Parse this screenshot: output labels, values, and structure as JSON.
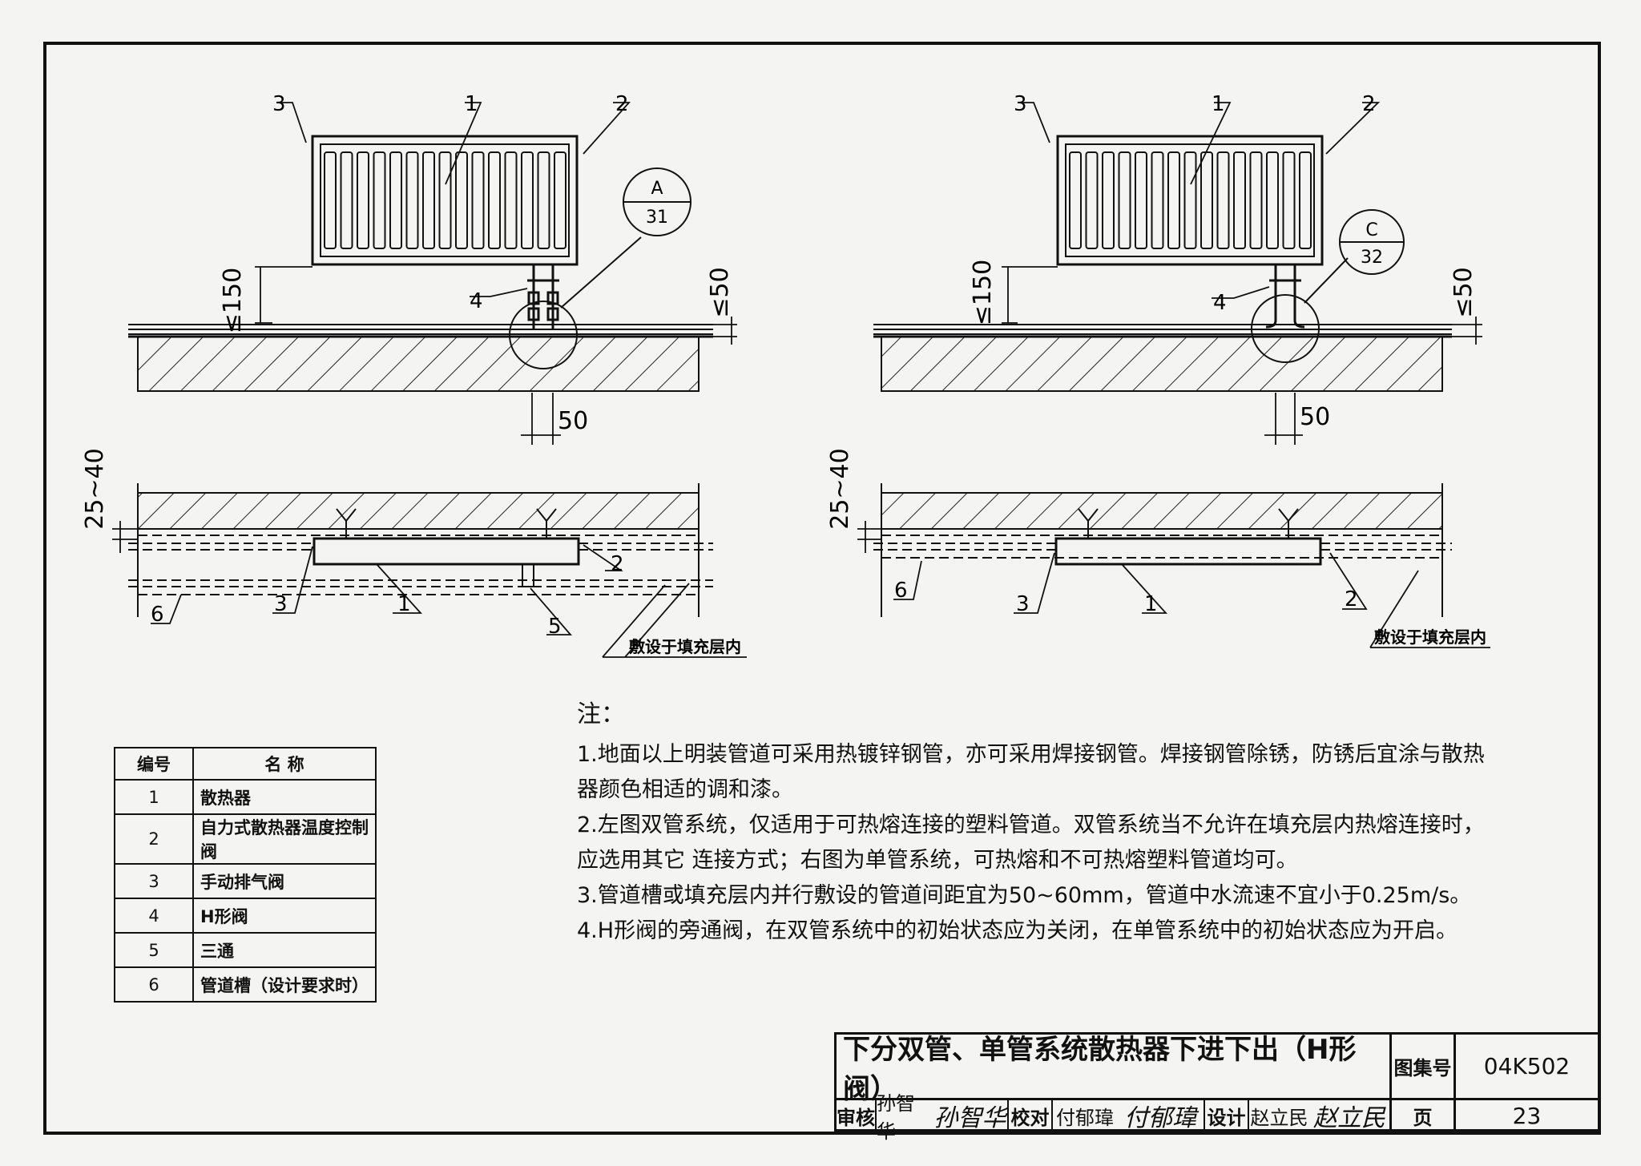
{
  "left_view": {
    "labels": [
      "3",
      "1",
      "2"
    ],
    "callout": {
      "letter": "A",
      "page": "31"
    },
    "h_valve_label": "4",
    "dim_height": "≤150",
    "dim_fill": "≤50",
    "dim_offset": "50"
  },
  "right_view": {
    "labels": [
      "3",
      "1",
      "2"
    ],
    "callout": {
      "letter": "C",
      "page": "32"
    },
    "h_valve_label": "4",
    "dim_height": "≤150",
    "dim_fill": "≤50",
    "dim_offset": "50"
  },
  "plan_left": {
    "dim_depth": "25~40",
    "labels": [
      "2",
      "3",
      "1",
      "5",
      "6"
    ],
    "note": "敷设于填充层内"
  },
  "plan_right": {
    "dim_depth": "25~40",
    "labels": [
      "6",
      "3",
      "1",
      "2"
    ],
    "note": "敷设于填充层内"
  },
  "notes": {
    "heading": "注：",
    "items": [
      "1.地面以上明装管道可采用热镀锌钢管，亦可采用焊接钢管。焊接钢管除锈，防锈后宜涂与散热",
      "器颜色相适的调和漆。",
      "2.左图双管系统，仅适用于可热熔连接的塑料管道。双管系统当不允许在填充层内热熔连接时，",
      "应选用其它  连接方式；右图为单管系统，可热熔和不可热熔塑料管道均可。",
      "3.管道槽或填充层内并行敷设的管道间距宜为50~60mm，管道中水流速不宜小于0.25m/s。",
      "4.H形阀的旁通阀，在双管系统中的初始状态应为关闭，在单管系统中的初始状态应为开启。"
    ]
  },
  "parts_table": {
    "col_no": "编号",
    "col_name": "名    称",
    "rows": [
      {
        "no": "1",
        "name": "散热器"
      },
      {
        "no": "2",
        "name": "自力式散热器温度控制阀"
      },
      {
        "no": "3",
        "name": "手动排气阀"
      },
      {
        "no": "4",
        "name": "H形阀"
      },
      {
        "no": "5",
        "name": "三通"
      },
      {
        "no": "6",
        "name": "管道槽（设计要求时）"
      }
    ]
  },
  "title_block": {
    "title": "下分双管、单管系统散热器下进下出（H形阀）",
    "atlas_label": "图集号",
    "atlas_no": "04K502",
    "review_label": "审核",
    "reviewer": "孙智华",
    "reviewer_sign": "孙智华",
    "check_label": "校对",
    "checker": "付郁瑋",
    "checker_sign": "付郁瑋",
    "design_label": "设计",
    "designer": "赵立民",
    "designer_sign": "赵立民",
    "page_label": "页",
    "page_no": "23"
  }
}
